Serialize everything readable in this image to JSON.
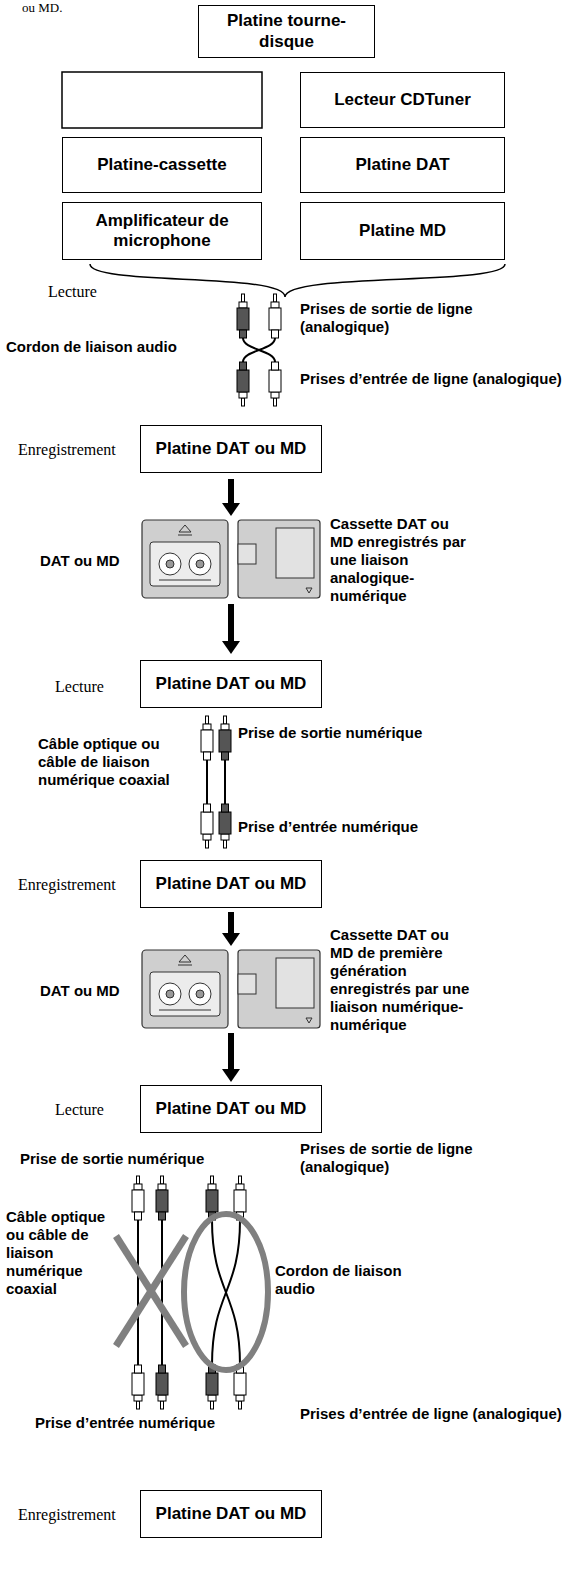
{
  "diagram": {
    "nodes": [
      {
        "text": [
          "Platine tourne-disque"
        ]
      },
      {
        "text": [
          "Lecteur CDTuner"
        ]
      },
      {
        "text": [
          "Platine-cassette"
        ]
      },
      {
        "text": [
          "Platine DAT"
        ]
      },
      {
        "text": [
          "Amplificateur de microphone"
        ]
      },
      {
        "text": [
          "Platine MD"
        ]
      },
      {
        "text": [
          "Platine DAT ou MD"
        ]
      },
      {
        "text": [
          "Platine DAT ou MD"
        ]
      },
      {
        "text": [
          "Platine DAT ou MD"
        ]
      },
      {
        "text": [
          "Platine DAT ou MD"
        ]
      },
      {
        "text": [
          "Platine DAT ou MD"
        ]
      }
    ],
    "labels": [
      "ou MD.",
      "Lecture",
      "Prises de sortie de ligne (analogique)",
      "Cordon de liaison audio",
      "Prises d’entrée de ligne (analogique)",
      "Enregistrement",
      "DAT ou MD",
      "Cassette DAT ou MD enregistrés par une liaison analogique-numérique",
      "Lecture",
      "Câble optique ou câble de liaison numérique coaxial",
      "Prise de sortie numérique",
      "Prise d’entrée numérique",
      "Enregistrement",
      "DAT ou MD",
      "Cassette DAT ou MD de première génération enregistrés par une liaison numérique-numérique",
      "Lecture",
      "Prise de sortie numérique",
      "Prises de sortie de ligne (analogique)",
      "Câble optique ou câble de liaison numérique coaxial",
      "Cordon de liaison audio",
      "Prise d’entrée numérique",
      "Prises d’entrée de ligne (analogique)",
      "Enregistrement"
    ]
  }
}
